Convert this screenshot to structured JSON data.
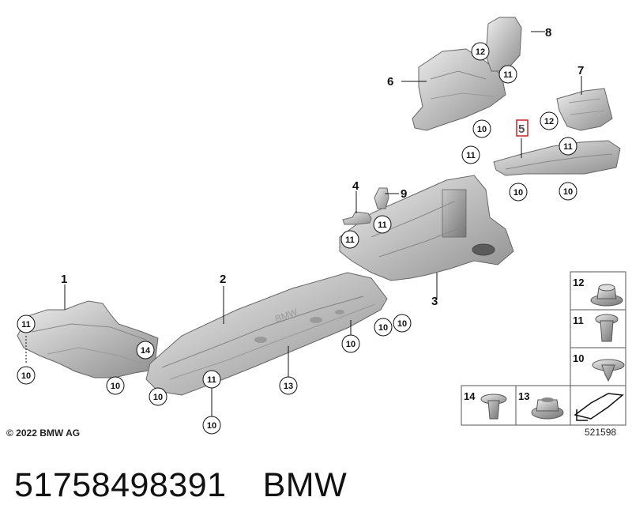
{
  "diagram": {
    "part_labels": {
      "p1": "1",
      "p2": "2",
      "p3": "3",
      "p4": "4",
      "p5": "5",
      "p6": "6",
      "p7": "7",
      "p8": "8",
      "p9": "9"
    },
    "fastener_labels": {
      "f10": "10",
      "f11": "11",
      "f12": "12",
      "f13": "13",
      "f14": "14"
    },
    "legend": {
      "items": [
        "12",
        "11",
        "10",
        "14",
        "13"
      ]
    },
    "reference_code": "521598",
    "copyright": "© 2022 BMW AG",
    "highlight_color": "#d0202a"
  },
  "footer": {
    "part_number": "51758498391",
    "brand": "BMW"
  }
}
